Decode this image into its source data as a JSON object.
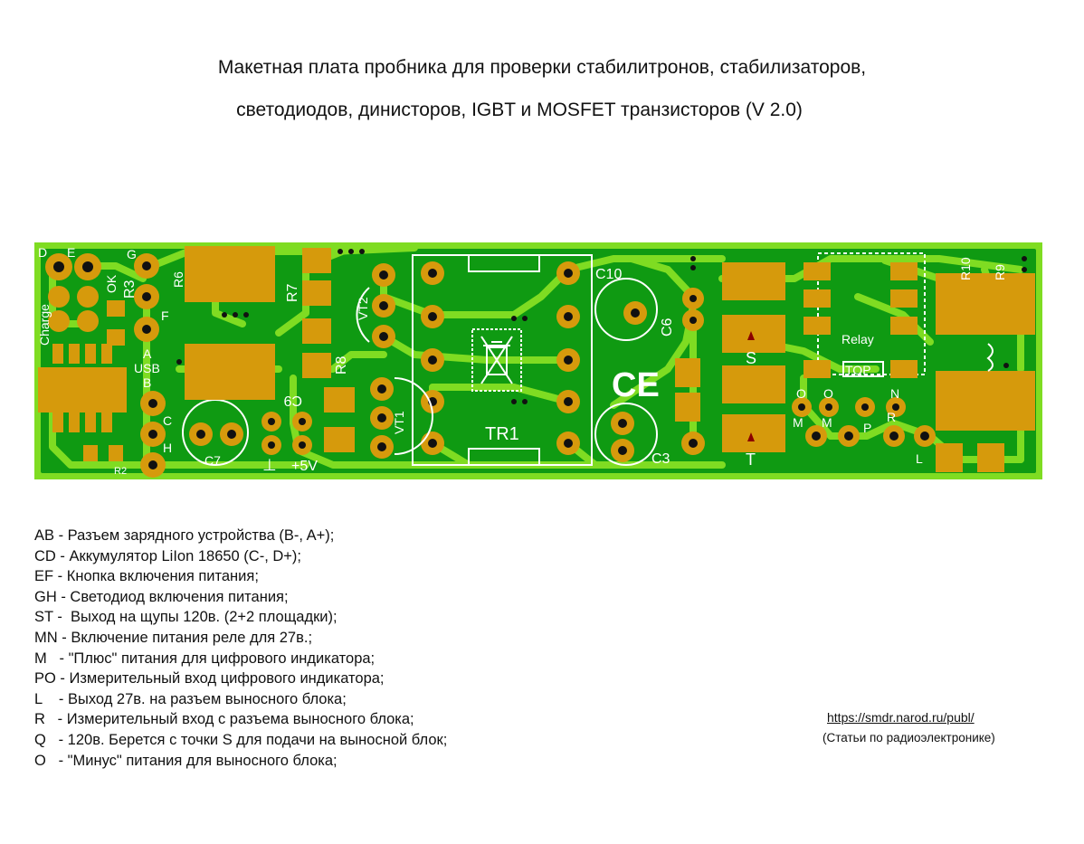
{
  "title": {
    "line1": "Макетная плата пробника для проверки стабилитронов, стабилизаторов,",
    "line2": "светодиодов, динисторов, IGBT и MOSFET транзисторов (V 2.0)"
  },
  "board": {
    "labels": {
      "D": "D",
      "E": "E",
      "G": "G",
      "F": "F",
      "A": "A",
      "USB": "USB",
      "B": "B",
      "C": "C",
      "H": "H",
      "R6": "R6",
      "R7": "R7",
      "R8": "R8",
      "R3": "R3",
      "OK": "OK",
      "Charge": "Charge",
      "R2": "R2",
      "C7": "C7",
      "C9": "C9",
      "plus5v": "+5V",
      "ground": "⊥",
      "VT2": "VT2",
      "VT1": "VT1",
      "TR1": "TR1",
      "C10": "C10",
      "C6": "C6",
      "C3": "C3",
      "CE": "CE",
      "S": "S",
      "T": "T",
      "Relay": "Relay",
      "TOP": "TOP",
      "O1": "O",
      "O2": "O",
      "M1": "M",
      "M2": "M",
      "P": "P",
      "N": "N",
      "R": "R",
      "L": "L",
      "R10": "R10",
      "R9": "R9"
    },
    "colors": {
      "pcb": "#0f9a12",
      "trace": "#7fdc22",
      "pad": "#d69a0c",
      "hole": "#111111",
      "silk": "#ffffff"
    }
  },
  "legend": [
    "AB - Разъем зарядного устройства (B-, A+);",
    "CD - Аккумулятор LiIon 18650 (C-, D+);",
    "EF - Кнопка включения питания;",
    "GH - Светодиод включения питания;",
    "ST -  Выход на щупы 120в. (2+2 площадки);",
    "MN - Включение питания реле для 27в.;",
    "M   - \"Плюс\" питания для цифрового индикатора;",
    "PO - Измерительный вход цифрового индикатора;",
    "L    - Выход 27в. на разъем выносного блока;",
    "R   - Измерительный вход с разъема выносного блока;",
    "Q   - 120в. Берется с точки S для подачи на выносной блок;",
    "O   - \"Минус\" питания для выносного блока;"
  ],
  "link": {
    "url": "https://smdr.narod.ru/publ/",
    "note": "(Статьи по радиоэлектронике)"
  }
}
